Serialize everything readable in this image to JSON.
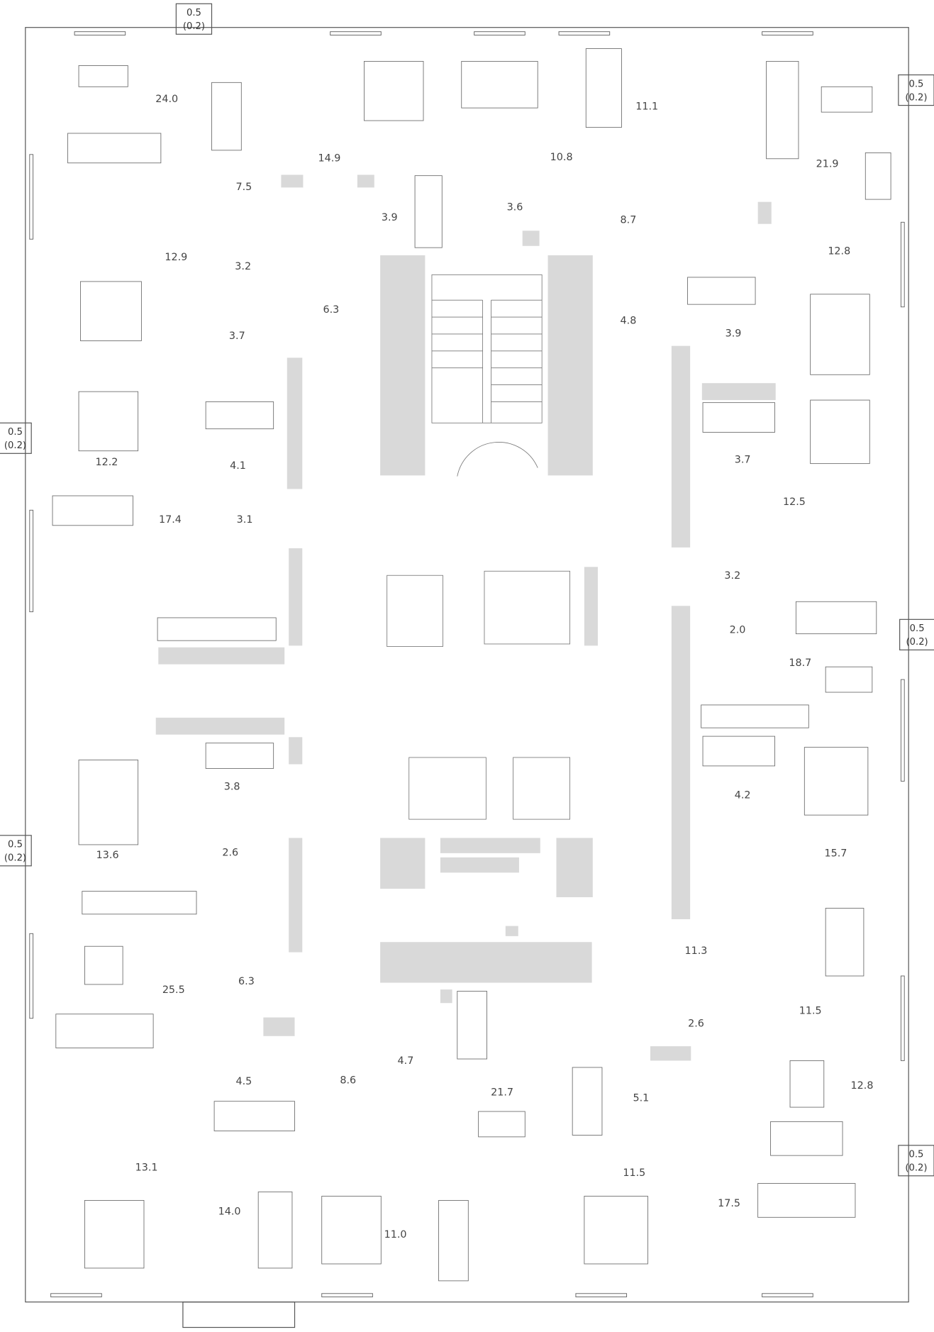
{
  "plan": {
    "rooms": [
      {
        "area": "24.0"
      },
      {
        "area": "7.5"
      },
      {
        "area": "14.9"
      },
      {
        "area": "3.9"
      },
      {
        "area": "3.6"
      },
      {
        "area": "10.8"
      },
      {
        "area": "11.1"
      },
      {
        "area": "8.7"
      },
      {
        "area": "21.9"
      },
      {
        "area": "12.8"
      },
      {
        "area": "12.9"
      },
      {
        "area": "3.2"
      },
      {
        "area": "6.3"
      },
      {
        "area": "3.7"
      },
      {
        "area": "4.8"
      },
      {
        "area": "3.9"
      },
      {
        "area": "12.2"
      },
      {
        "area": "4.1"
      },
      {
        "area": "3.7"
      },
      {
        "area": "17.4"
      },
      {
        "area": "3.1"
      },
      {
        "area": "12.5"
      },
      {
        "area": "3.2"
      },
      {
        "area": "2.0"
      },
      {
        "area": "18.7"
      },
      {
        "area": "3.8"
      },
      {
        "area": "4.2"
      },
      {
        "area": "13.6"
      },
      {
        "area": "2.6"
      },
      {
        "area": "15.7"
      },
      {
        "area": "11.3"
      },
      {
        "area": "25.5"
      },
      {
        "area": "6.3"
      },
      {
        "area": "2.6"
      },
      {
        "area": "11.5"
      },
      {
        "area": "4.7"
      },
      {
        "area": "4.5"
      },
      {
        "area": "8.6"
      },
      {
        "area": "21.7"
      },
      {
        "area": "5.1"
      },
      {
        "area": "12.8"
      },
      {
        "area": "13.1"
      },
      {
        "area": "11.5"
      },
      {
        "area": "17.5"
      },
      {
        "area": "14.0"
      },
      {
        "area": "11.0"
      }
    ],
    "balconies": [
      {
        "area": "0.5",
        "reduced": "(0.2)"
      },
      {
        "area": "0.5",
        "reduced": "(0.2)"
      },
      {
        "area": "0.5",
        "reduced": "(0.2)"
      },
      {
        "area": "0.5",
        "reduced": "(0.2)"
      },
      {
        "area": "0.5",
        "reduced": "(0.2)"
      },
      {
        "area": "0.5",
        "reduced": "(0.2)"
      }
    ],
    "colors": {
      "wall": "#555555",
      "column": "#d9d9d9"
    }
  }
}
